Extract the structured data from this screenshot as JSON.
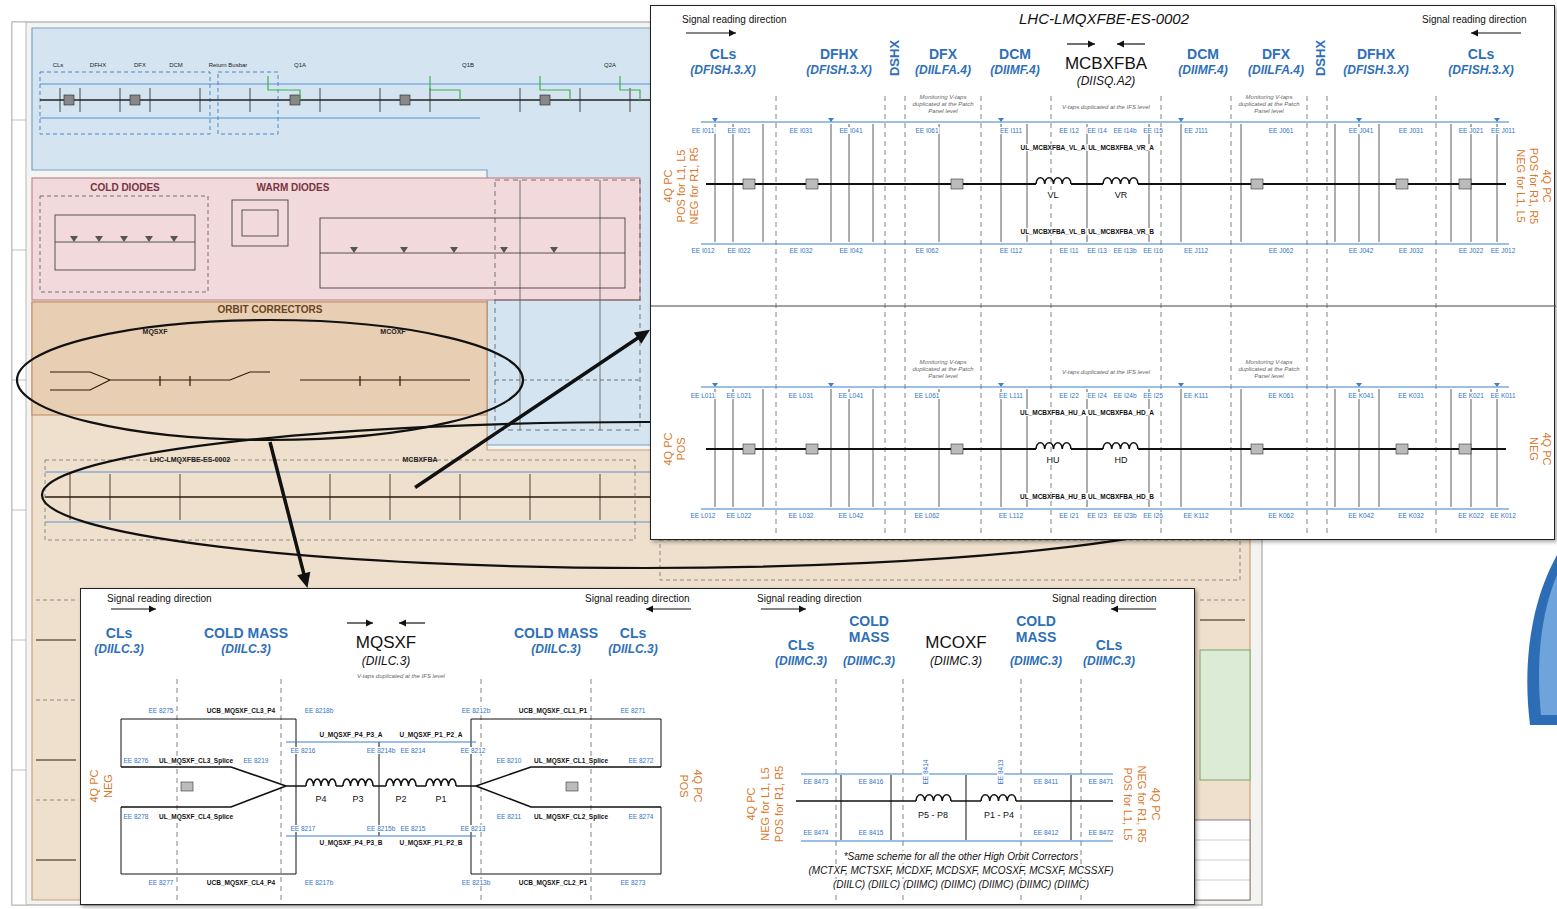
{
  "diagram": {
    "nodes": [
      {
        "text": [
          "COLD DIODES",
          "WARM DIODES"
        ]
      },
      {
        "text": [
          "ORBIT CORRECTORS"
        ]
      },
      {
        "text": [
          "MQSXF",
          "MCOXF"
        ],
        "in": 1
      },
      {
        "text": [
          "LHC-LMQXFBE-ES-0002",
          "MCBXFBA"
        ],
        "in": 1
      },
      {
        "text": [
          "LHC-LMQXFBE-ES-0002"
        ]
      },
      {
        "text": [
          "MQSXF"
        ]
      }
    ],
    "edges": [
      {
        "from": 2,
        "to": 5,
        "arrow": "to"
      },
      {
        "from": 3,
        "to": 4,
        "arrow": "to"
      }
    ],
    "labels": [
      "CLs",
      "DFHX",
      "DFX",
      "DCM",
      "Return Busbar",
      "Q1A",
      "Q1B",
      "Q2A",
      "Signal reading direction",
      "Signal reading direction",
      "CLs",
      "(DFISH.3.X)",
      "DFHX",
      "(DFISH.3.X)",
      "DSHX",
      "DFX",
      "(DIILFA.4)",
      "DCM",
      "(DIIMF.4)",
      "MCBXFBA",
      "(DIISQ.A2)",
      "DCM",
      "(DIIMF.4)",
      "DFX",
      "(DIILFA.4)",
      "DSHX",
      "DFHX",
      "(DFISH.3.X)",
      "CLs",
      "(DFISH.3.X)",
      "4Q PC",
      "POS for L1, L5",
      "NEG for R1, R5",
      "NEG for L1, L5",
      "POS for R1, R5",
      "4Q PC",
      "4Q PC",
      "POS",
      "NEG",
      "4Q PC",
      "Monitoring V-taps duplicated at the Patch Panel level",
      "Monitoring V-taps duplicated at the Patch Panel level",
      "V-taps duplicated at the IFS level",
      "Monitoring V-taps duplicated at the Patch Panel level",
      "Monitoring V-taps duplicated at the Patch Panel level",
      "V-taps duplicated at the IFS level",
      "UL_MCBXFBA_VL_A",
      "UL_MCBXFBA_VR_A",
      "UL_MCBXFBA_VL_B",
      "UL_MCBXFBA_VR_B",
      "UL_MCBXFBA_HU_A",
      "UL_MCBXFBA_HD_A",
      "UL_MCBXFBA_HU_B",
      "UL_MCBXFBA_HD_B",
      "VL",
      "VR",
      "HU",
      "HD",
      "EE I011",
      "EE I021",
      "EE I031",
      "EE I041",
      "EE I061",
      "EE I111",
      "EE I12",
      "EE I14",
      "EE I14b",
      "EE I15",
      "EE J111",
      "EE J061",
      "EE J041",
      "EE J031",
      "EE J021",
      "EE J011",
      "EE I012",
      "EE I022",
      "EE I032",
      "EE I042",
      "EE I062",
      "EE I112",
      "EE I11",
      "EE I13",
      "EE I13b",
      "EE I16",
      "EE J112",
      "EE J062",
      "EE J042",
      "EE J032",
      "EE J022",
      "EE J012",
      "EE L011",
      "EE L021",
      "EE L031",
      "EE L041",
      "EE L061",
      "EE L111",
      "EE I22",
      "EE I24",
      "EE I24b",
      "EE I25",
      "EE K111",
      "EE K061",
      "EE K041",
      "EE K031",
      "EE K021",
      "EE K011",
      "EE L012",
      "EE L022",
      "EE L032",
      "EE L042",
      "EE L062",
      "EE L112",
      "EE I21",
      "EE I23",
      "EE I23b",
      "EE I26",
      "EE K112",
      "EE K062",
      "EE K042",
      "EE K032",
      "EE K022",
      "EE K012",
      "Signal reading direction",
      "Signal reading direction",
      "Signal reading direction",
      "Signal reading direction",
      "CLs",
      "(DIILC.3)",
      "COLD MASS",
      "(DIILC.3)",
      "(DIILC.3)",
      "COLD MASS",
      "(DIILC.3)",
      "CLs",
      "(DIILC.3)",
      "CLs",
      "(DIIMC.3)",
      "COLD MASS",
      "(DIIMC.3)",
      "MCOXF",
      "(DIIMC.3)",
      "COLD MASS",
      "(DIIMC.3)",
      "CLs",
      "(DIIMC.3)",
      "V-taps duplicated at the IFS level",
      "4Q PC",
      "NEG",
      "POS",
      "4Q PC",
      "4Q PC",
      "NEG for L1, L5",
      "POS for R1, R5",
      "POS for L1, L5",
      "NEG for R1, R5",
      "4Q PC",
      "EE 8275",
      "UCB_MQSXF_CL3_P4",
      "EE 8218b",
      "EE 8212b",
      "UCB_MQSXF_CL1_P1",
      "EE 8271",
      "U_MQSXF_P4_P3_A",
      "U_MQSXF_P1_P2_A",
      "EE 8216",
      "EE 8214b",
      "EE 8214",
      "EE 8212",
      "EE 8276",
      "UL_MQSXF_CL3_Splice",
      "EE 8219",
      "EE 8210",
      "UL_MQSXF_CL1_Splice",
      "EE 8272",
      "P4",
      "P3",
      "P2",
      "P1",
      "EE 8278",
      "UL_MQSXF_CL4_Splice",
      "EE 8211",
      "UL_MQSXF_CL2_Splice",
      "EE 8274",
      "EE 8217",
      "EE 8215b",
      "EE 8215",
      "EE 8213",
      "U_MQSXF_P4_P3_B",
      "U_MQSXF_P1_P2_B",
      "EE 8277",
      "UCB_MQSXF_CL4_P4",
      "EE 8217b",
      "EE 8213b",
      "UCB_MQSXF_CL2_P1",
      "EE 8273",
      "EE 8473",
      "EE 8416",
      "EE 8411",
      "EE 8471",
      "EE 8414",
      "EE 8413",
      "P5 - P8",
      "P1 - P4",
      "EE 8474",
      "EE 8415",
      "EE 8412",
      "EE 8472",
      "*Same scheme for all the other High Orbit Correctors",
      "(MCTXF, MCTSXF, MCDXF, MCDSXF, MCOSXF, MCSXF, MCSSXF)",
      "(DIILC) (DIILC) (DIIMC) (DIIMC) (DIIMC) (DIIMC) (DIIMC)"
    ]
  }
}
